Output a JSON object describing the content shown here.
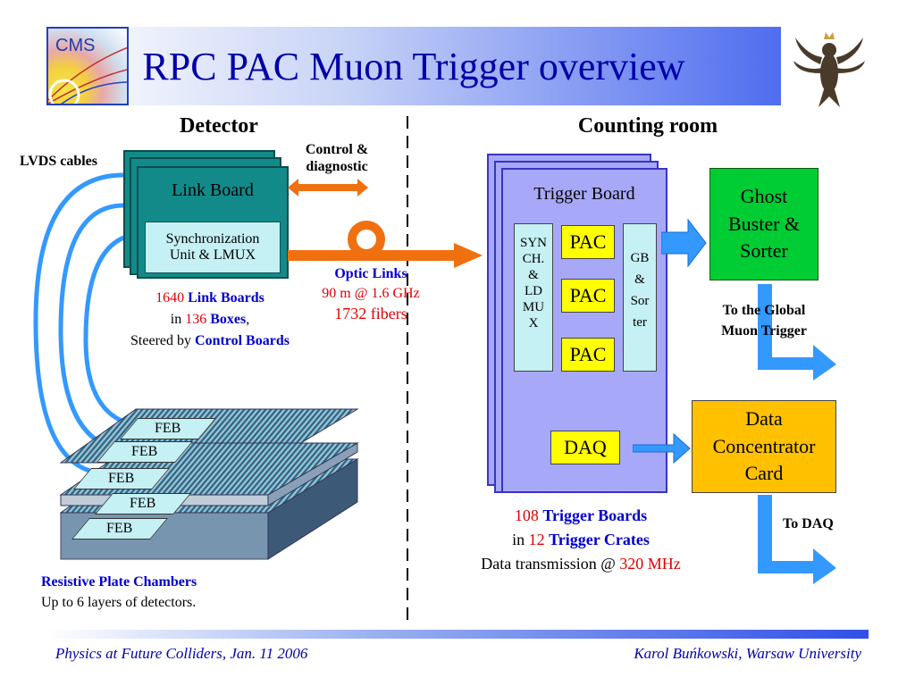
{
  "title": "RPC PAC Muon Trigger overview",
  "logo": {
    "text": "CMS",
    "emblem_icon": "eagle-emblem-icon"
  },
  "colors": {
    "title": "#0000a8",
    "link_board": "#138a8a",
    "trigger_board": "#a8a8f8",
    "pac": "#ffff00",
    "ghost_buster": "#00cc33",
    "data_concentrator": "#ffc000",
    "arrow_orange": "#f07010",
    "arrow_blue": "#3399ff",
    "highlight_red": "#e00000",
    "highlight_blue": "#0000cc"
  },
  "detector": {
    "heading": "Detector",
    "lvds_label": "LVDS cables",
    "control_label_1": "Control &",
    "control_label_2": "diagnostic",
    "link_board_label": "Link Board",
    "sync_line_1": "Synchronization",
    "sync_line_2": "Unit & LMUX",
    "optic_links": "Optic Links",
    "optic_speed": "90 m @ 1.6 GHz",
    "optic_fibers": "1732 fibers",
    "stats": {
      "count1": "1640",
      "label1": "Link Boards",
      "prefix2": "in",
      "count2": "136",
      "label2": "Boxes",
      "suffix2": ",",
      "prefix3": "Steered by",
      "label3": "Control Boards"
    },
    "feb_labels": [
      "FEB",
      "FEB",
      "FEB",
      "FEB",
      "FEB"
    ],
    "rpc_title": "Resistive Plate Chambers",
    "rpc_subtitle": "Up to 6 layers of detectors."
  },
  "counting_room": {
    "heading": "Counting room",
    "trigger_board_label": "Trigger Board",
    "sync_lines": [
      "SYN",
      "CH.",
      "&",
      "LD",
      "MU",
      "X"
    ],
    "pac_labels": [
      "PAC",
      "PAC",
      "PAC"
    ],
    "gb_lines": [
      "GB",
      "&",
      "Sor",
      "ter"
    ],
    "daq_label": "DAQ",
    "ghost_lines": [
      "Ghost",
      "Buster &",
      "Sorter"
    ],
    "to_global_1": "To the Global",
    "to_global_2": "Muon Trigger",
    "data_conc_lines": [
      "Data",
      "Concentrator",
      "Card"
    ],
    "to_daq": "To DAQ",
    "stats": {
      "count1": "108",
      "label1": "Trigger Boards",
      "prefix2": "in",
      "count2": "12",
      "label2": "Trigger Crates",
      "prefix3": "Data transmission @",
      "value3": "320 MHz"
    }
  },
  "footer": {
    "left": "Physics at Future Colliders, Jan. 11 2006",
    "right": "Karol Buńkowski, Warsaw University"
  }
}
